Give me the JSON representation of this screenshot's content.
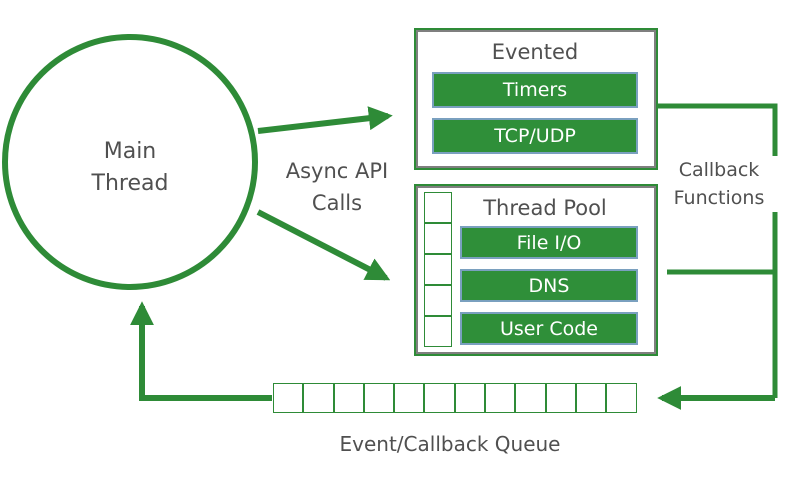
{
  "colors": {
    "green": "#2e8b37",
    "bar_fill": "#2f8f39",
    "bar_border": "#7aa0bf",
    "text": "#505050"
  },
  "main_thread": {
    "line1": "Main",
    "line2": "Thread"
  },
  "async_calls": {
    "line1": "Async API",
    "line2": "Calls"
  },
  "callbacks": {
    "line1": "Callback",
    "line2": "Functions"
  },
  "evented": {
    "title": "Evented",
    "items": [
      "Timers",
      "TCP/UDP"
    ]
  },
  "thread_pool": {
    "title": "Thread Pool",
    "items": [
      "File I/O",
      "DNS",
      "User Code"
    ]
  },
  "queue": {
    "label": "Event/Callback Queue"
  }
}
